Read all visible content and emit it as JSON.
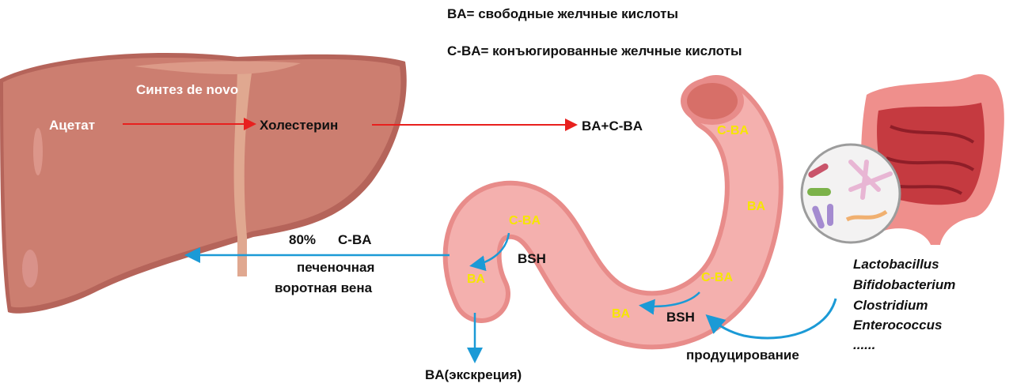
{
  "legend": {
    "ba": "BA= свободные желчные кислоты",
    "cba": "C-BA= конъюгированные желчные кислоты"
  },
  "liver": {
    "synthesis": "Синтез de novo",
    "acetate": "Ацетат",
    "cholesterol": "Холестерин"
  },
  "flow": {
    "ba_cba": "BA+C-BA",
    "return_pct": "80%",
    "return_cba": "C-BA",
    "portal_1": "печеночная",
    "portal_2": "воротная вена",
    "excretion": "BA(экскреция)",
    "producing": "продуцирование"
  },
  "intestine": {
    "cba_top": "C-BA",
    "ba_right": "BA",
    "cba_left": "C-BA",
    "ba_left": "BA",
    "bsh_left": "BSH",
    "cba_bottom": "C-BA",
    "ba_bottom": "BA",
    "bsh_bottom": "BSH"
  },
  "bacteria": [
    "Lactobacillus",
    "Bifidobacterium",
    "Clostridium",
    "Enterococcus",
    "......"
  ],
  "colors": {
    "red_arrow": "#e8201e",
    "blue_arrow": "#1b9ad6",
    "label_yellow": "#f6e600",
    "liver": "#c97a6c",
    "intestine": "#f3aeac"
  }
}
